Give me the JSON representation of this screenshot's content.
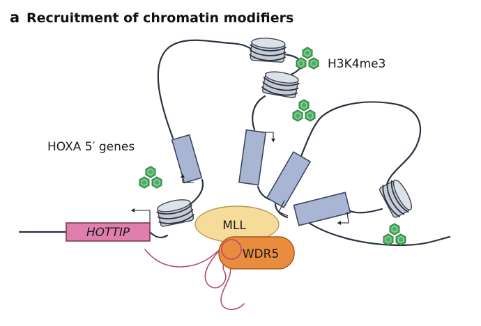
{
  "panel_letter": "a",
  "title": "Recruitment of chromatin modifiers",
  "labels": {
    "mark": "H3K4me3",
    "genes": "HOXA 5′ genes",
    "lncrna": "HOTTIP",
    "protein_top": "MLL",
    "protein_bottom": "WDR5"
  },
  "colors": {
    "gene_box": "#a9b6d3",
    "nucleosome": "#c5ccd6",
    "methyl_mark": "#4cae63",
    "mll": "#f6dc9b",
    "wdr5": "#e98c3e",
    "hottip": "#e07fae",
    "rna": "#b84a6e",
    "dna": "#2a3140"
  }
}
